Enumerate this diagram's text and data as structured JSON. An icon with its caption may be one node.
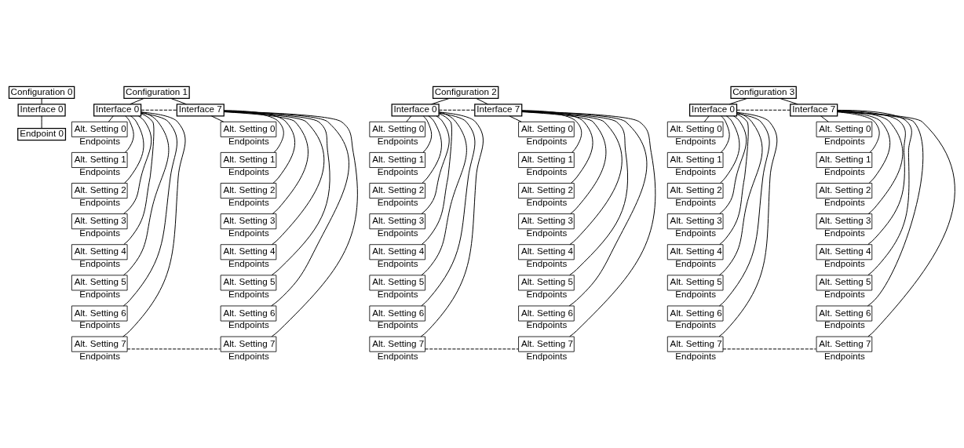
{
  "diagram": {
    "nodes": [
      {
        "text": [
          "Configuration 0"
        ]
      },
      {
        "text": [
          "Interface 0"
        ]
      },
      {
        "text": [
          "Endpoint 0"
        ]
      },
      {
        "text": [
          "Configuration 1"
        ]
      },
      {
        "text": [
          "Interface 0"
        ]
      },
      {
        "text": [
          "Alt. Setting 0"
        ],
        "beside": [
          "Endpoints"
        ]
      },
      {
        "text": [
          "Alt. Setting 1"
        ],
        "beside": [
          "Endpoints"
        ]
      },
      {
        "text": [
          "Alt. Setting 2"
        ],
        "beside": [
          "Endpoints"
        ]
      },
      {
        "text": [
          "Alt. Setting 3"
        ],
        "beside": [
          "Endpoints"
        ]
      },
      {
        "text": [
          "Alt. Setting 4"
        ],
        "beside": [
          "Endpoints"
        ]
      },
      {
        "text": [
          "Alt. Setting 5"
        ],
        "beside": [
          "Endpoints"
        ]
      },
      {
        "text": [
          "Alt. Setting 6"
        ],
        "beside": [
          "Endpoints"
        ]
      },
      {
        "text": [
          "Alt. Setting 7"
        ],
        "beside": [
          "Endpoints"
        ]
      },
      {
        "text": [
          "Interface 7"
        ]
      },
      {
        "text": [
          "Alt. Setting 0"
        ],
        "beside": [
          "Endpoints"
        ]
      },
      {
        "text": [
          "Alt. Setting 1"
        ],
        "beside": [
          "Endpoints"
        ]
      },
      {
        "text": [
          "Alt. Setting 2"
        ],
        "beside": [
          "Endpoints"
        ]
      },
      {
        "text": [
          "Alt. Setting 3"
        ],
        "beside": [
          "Endpoints"
        ]
      },
      {
        "text": [
          "Alt. Setting 4"
        ],
        "beside": [
          "Endpoints"
        ]
      },
      {
        "text": [
          "Alt. Setting 5"
        ],
        "beside": [
          "Endpoints"
        ]
      },
      {
        "text": [
          "Alt. Setting 6"
        ],
        "beside": [
          "Endpoints"
        ]
      },
      {
        "text": [
          "Alt. Setting 7"
        ],
        "beside": [
          "Endpoints"
        ]
      },
      {
        "text": [
          "Configuration 2"
        ]
      },
      {
        "text": [
          "Interface 0"
        ]
      },
      {
        "text": [
          "Alt. Setting 0"
        ],
        "beside": [
          "Endpoints"
        ]
      },
      {
        "text": [
          "Alt. Setting 1"
        ],
        "beside": [
          "Endpoints"
        ]
      },
      {
        "text": [
          "Alt. Setting 2"
        ],
        "beside": [
          "Endpoints"
        ]
      },
      {
        "text": [
          "Alt. Setting 3"
        ],
        "beside": [
          "Endpoints"
        ]
      },
      {
        "text": [
          "Alt. Setting 4"
        ],
        "beside": [
          "Endpoints"
        ]
      },
      {
        "text": [
          "Alt. Setting 5"
        ],
        "beside": [
          "Endpoints"
        ]
      },
      {
        "text": [
          "Alt. Setting 6"
        ],
        "beside": [
          "Endpoints"
        ]
      },
      {
        "text": [
          "Alt. Setting 7"
        ],
        "beside": [
          "Endpoints"
        ]
      },
      {
        "text": [
          "Interface 7"
        ]
      },
      {
        "text": [
          "Alt. Setting 0"
        ],
        "beside": [
          "Endpoints"
        ]
      },
      {
        "text": [
          "Alt. Setting 1"
        ],
        "beside": [
          "Endpoints"
        ]
      },
      {
        "text": [
          "Alt. Setting 2"
        ],
        "beside": [
          "Endpoints"
        ]
      },
      {
        "text": [
          "Alt. Setting 3"
        ],
        "beside": [
          "Endpoints"
        ]
      },
      {
        "text": [
          "Alt. Setting 4"
        ],
        "beside": [
          "Endpoints"
        ]
      },
      {
        "text": [
          "Alt. Setting 5"
        ],
        "beside": [
          "Endpoints"
        ]
      },
      {
        "text": [
          "Alt. Setting 6"
        ],
        "beside": [
          "Endpoints"
        ]
      },
      {
        "text": [
          "Alt. Setting 7"
        ],
        "beside": [
          "Endpoints"
        ]
      },
      {
        "text": [
          "Configuration 3"
        ]
      },
      {
        "text": [
          "Interface 0"
        ]
      },
      {
        "text": [
          "Alt. Setting 0"
        ],
        "beside": [
          "Endpoints"
        ]
      },
      {
        "text": [
          "Alt. Setting 1"
        ],
        "beside": [
          "Endpoints"
        ]
      },
      {
        "text": [
          "Alt. Setting 2"
        ],
        "beside": [
          "Endpoints"
        ]
      },
      {
        "text": [
          "Alt. Setting 3"
        ],
        "beside": [
          "Endpoints"
        ]
      },
      {
        "text": [
          "Alt. Setting 4"
        ],
        "beside": [
          "Endpoints"
        ]
      },
      {
        "text": [
          "Alt. Setting 5"
        ],
        "beside": [
          "Endpoints"
        ]
      },
      {
        "text": [
          "Alt. Setting 6"
        ],
        "beside": [
          "Endpoints"
        ]
      },
      {
        "text": [
          "Alt. Setting 7"
        ],
        "beside": [
          "Endpoints"
        ]
      },
      {
        "text": [
          "Interface 7"
        ]
      },
      {
        "text": [
          "Alt. Setting 0"
        ],
        "beside": [
          "Endpoints"
        ]
      },
      {
        "text": [
          "Alt. Setting 1"
        ],
        "beside": [
          "Endpoints"
        ]
      },
      {
        "text": [
          "Alt. Setting 2"
        ],
        "beside": [
          "Endpoints"
        ]
      },
      {
        "text": [
          "Alt. Setting 3"
        ],
        "beside": [
          "Endpoints"
        ]
      },
      {
        "text": [
          "Alt. Setting 4"
        ],
        "beside": [
          "Endpoints"
        ]
      },
      {
        "text": [
          "Alt. Setting 5"
        ],
        "beside": [
          "Endpoints"
        ]
      },
      {
        "text": [
          "Alt. Setting 6"
        ],
        "beside": [
          "Endpoints"
        ]
      },
      {
        "text": [
          "Alt. Setting 7"
        ],
        "beside": [
          "Endpoints"
        ]
      }
    ],
    "edges": [
      {
        "from": 0,
        "to": 1,
        "arrow": "none"
      },
      {
        "from": 1,
        "to": 2,
        "arrow": "none"
      },
      {
        "from": 3,
        "to": 4,
        "arrow": "none"
      },
      {
        "from": 3,
        "to": 13,
        "arrow": "none"
      },
      {
        "from": 4,
        "to": 5,
        "arrow": "none"
      },
      {
        "from": 4,
        "to": 6,
        "arrow": "none"
      },
      {
        "from": 4,
        "to": 7,
        "arrow": "none"
      },
      {
        "from": 4,
        "to": 8,
        "arrow": "none"
      },
      {
        "from": 4,
        "to": 9,
        "arrow": "none"
      },
      {
        "from": 4,
        "to": 10,
        "arrow": "none"
      },
      {
        "from": 4,
        "to": 11,
        "arrow": "none"
      },
      {
        "from": 4,
        "to": 12,
        "arrow": "none"
      },
      {
        "from": 13,
        "to": 14,
        "arrow": "none"
      },
      {
        "from": 13,
        "to": 15,
        "arrow": "none"
      },
      {
        "from": 13,
        "to": 16,
        "arrow": "none"
      },
      {
        "from": 13,
        "to": 17,
        "arrow": "none"
      },
      {
        "from": 13,
        "to": 18,
        "arrow": "none"
      },
      {
        "from": 13,
        "to": 19,
        "arrow": "none"
      },
      {
        "from": 13,
        "to": 20,
        "arrow": "none"
      },
      {
        "from": 13,
        "to": 21,
        "arrow": "none"
      },
      {
        "from": 4,
        "to": 13,
        "arrow": "none",
        "style": "dashed"
      },
      {
        "from": 12,
        "to": 21,
        "arrow": "none",
        "style": "dashed"
      },
      {
        "from": 22,
        "to": 23,
        "arrow": "none"
      },
      {
        "from": 22,
        "to": 32,
        "arrow": "none"
      },
      {
        "from": 23,
        "to": 24,
        "arrow": "none"
      },
      {
        "from": 23,
        "to": 25,
        "arrow": "none"
      },
      {
        "from": 23,
        "to": 26,
        "arrow": "none"
      },
      {
        "from": 23,
        "to": 27,
        "arrow": "none"
      },
      {
        "from": 23,
        "to": 28,
        "arrow": "none"
      },
      {
        "from": 23,
        "to": 29,
        "arrow": "none"
      },
      {
        "from": 23,
        "to": 30,
        "arrow": "none"
      },
      {
        "from": 23,
        "to": 31,
        "arrow": "none"
      },
      {
        "from": 32,
        "to": 33,
        "arrow": "none"
      },
      {
        "from": 32,
        "to": 34,
        "arrow": "none"
      },
      {
        "from": 32,
        "to": 35,
        "arrow": "none"
      },
      {
        "from": 32,
        "to": 36,
        "arrow": "none"
      },
      {
        "from": 32,
        "to": 37,
        "arrow": "none"
      },
      {
        "from": 32,
        "to": 38,
        "arrow": "none"
      },
      {
        "from": 32,
        "to": 39,
        "arrow": "none"
      },
      {
        "from": 32,
        "to": 40,
        "arrow": "none"
      },
      {
        "from": 23,
        "to": 32,
        "arrow": "none",
        "style": "dashed"
      },
      {
        "from": 31,
        "to": 40,
        "arrow": "none",
        "style": "dashed"
      },
      {
        "from": 41,
        "to": 42,
        "arrow": "none"
      },
      {
        "from": 41,
        "to": 51,
        "arrow": "none"
      },
      {
        "from": 42,
        "to": 43,
        "arrow": "none"
      },
      {
        "from": 42,
        "to": 44,
        "arrow": "none"
      },
      {
        "from": 42,
        "to": 45,
        "arrow": "none"
      },
      {
        "from": 42,
        "to": 46,
        "arrow": "none"
      },
      {
        "from": 42,
        "to": 47,
        "arrow": "none"
      },
      {
        "from": 42,
        "to": 48,
        "arrow": "none"
      },
      {
        "from": 42,
        "to": 49,
        "arrow": "none"
      },
      {
        "from": 42,
        "to": 50,
        "arrow": "none"
      },
      {
        "from": 51,
        "to": 52,
        "arrow": "none"
      },
      {
        "from": 51,
        "to": 53,
        "arrow": "none"
      },
      {
        "from": 51,
        "to": 54,
        "arrow": "none"
      },
      {
        "from": 51,
        "to": 55,
        "arrow": "none"
      },
      {
        "from": 51,
        "to": 56,
        "arrow": "none"
      },
      {
        "from": 51,
        "to": 57,
        "arrow": "none"
      },
      {
        "from": 51,
        "to": 58,
        "arrow": "none"
      },
      {
        "from": 51,
        "to": 59,
        "arrow": "none"
      },
      {
        "from": 42,
        "to": 51,
        "arrow": "none",
        "style": "dashed"
      },
      {
        "from": 50,
        "to": 59,
        "arrow": "none",
        "style": "dashed"
      }
    ]
  }
}
